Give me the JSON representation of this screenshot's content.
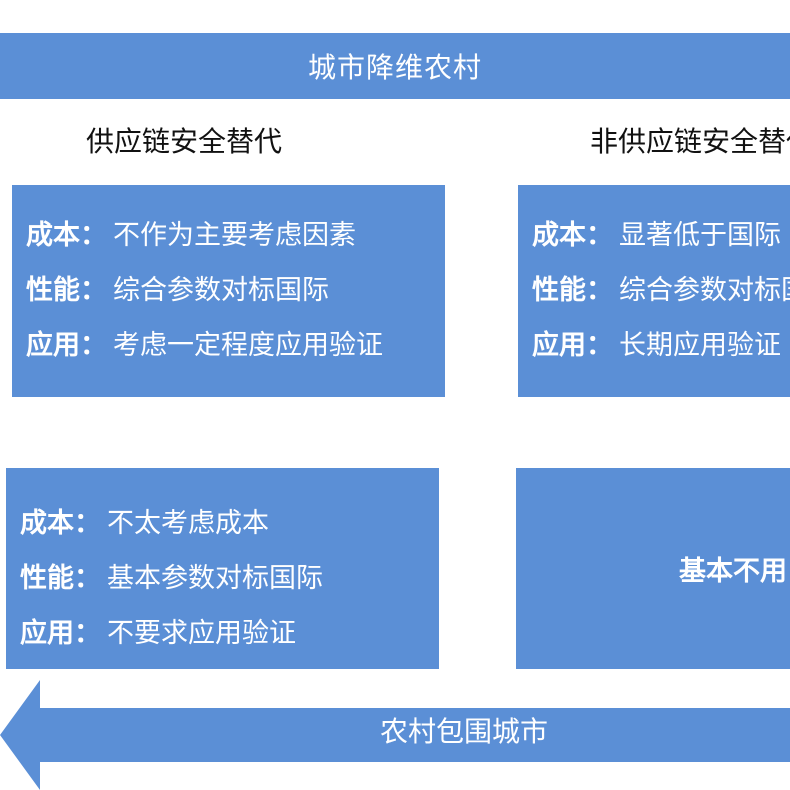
{
  "top_banner": "城市降维农村",
  "columns": [
    {
      "title": "供应链安全替代"
    },
    {
      "title": "非供应链安全替代"
    }
  ],
  "boxes": {
    "top_left": {
      "rows": [
        {
          "key": "成本",
          "value": "不作为主要考虑因素"
        },
        {
          "key": "性能",
          "value": "综合参数对标国际"
        },
        {
          "key": "应用",
          "value": "考虑一定程度应用验证"
        }
      ]
    },
    "top_right": {
      "rows": [
        {
          "key": "成本",
          "value": "显著低于国际"
        },
        {
          "key": "性能",
          "value": "综合参数对标国际"
        },
        {
          "key": "应用",
          "value": "长期应用验证"
        }
      ]
    },
    "bottom_left": {
      "rows": [
        {
          "key": "成本",
          "value": "不太考虑成本"
        },
        {
          "key": "性能",
          "value": "基本参数对标国际"
        },
        {
          "key": "应用",
          "value": "不要求应用验证"
        }
      ]
    },
    "bottom_right": {
      "text": "基本不用"
    }
  },
  "colon": "：",
  "bottom_arrow": "农村包围城市",
  "colors": {
    "box_fill": "#5b8fd6",
    "text_on_fill": "#ffffff",
    "title_text": "#111111"
  }
}
